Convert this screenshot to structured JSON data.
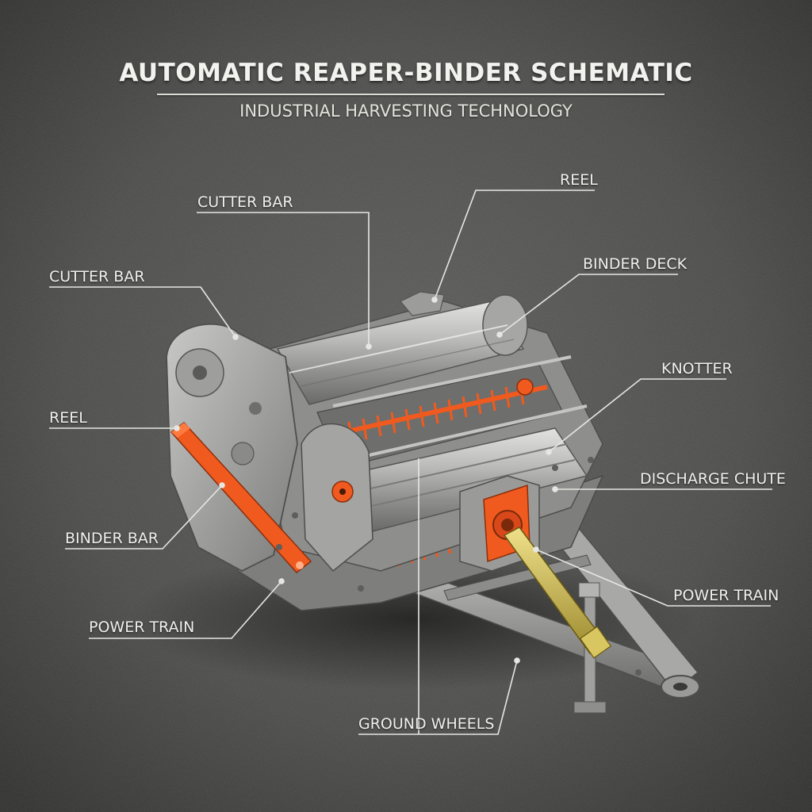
{
  "title": "AUTOMATIC REAPER-BINDER SCHEMATIC",
  "subtitle": "INDUSTRIAL HARVESTING TECHNOLOGY",
  "labels": {
    "cutter_bar_top": "CUTTER BAR",
    "cutter_bar_left": "CUTTER BAR",
    "reel_top": "REEL",
    "reel_left": "REEL",
    "binder_deck": "BINDER DECK",
    "knotter": "KNOTTER",
    "discharge_chute": "DISCHARGE CHUTE",
    "binder_bar": "BINDER BAR",
    "power_train_right": "POWER TRAIN",
    "power_train_left": "POWER TRAIN",
    "ground_wheels": "GROUND WHEELS"
  },
  "colors": {
    "background": "#4a4a48",
    "accent_orange": "#f05a1e",
    "drive_shaft_yellow": "#c9b24a",
    "steel": "#9a9a98",
    "text": "#f0f0ec"
  }
}
